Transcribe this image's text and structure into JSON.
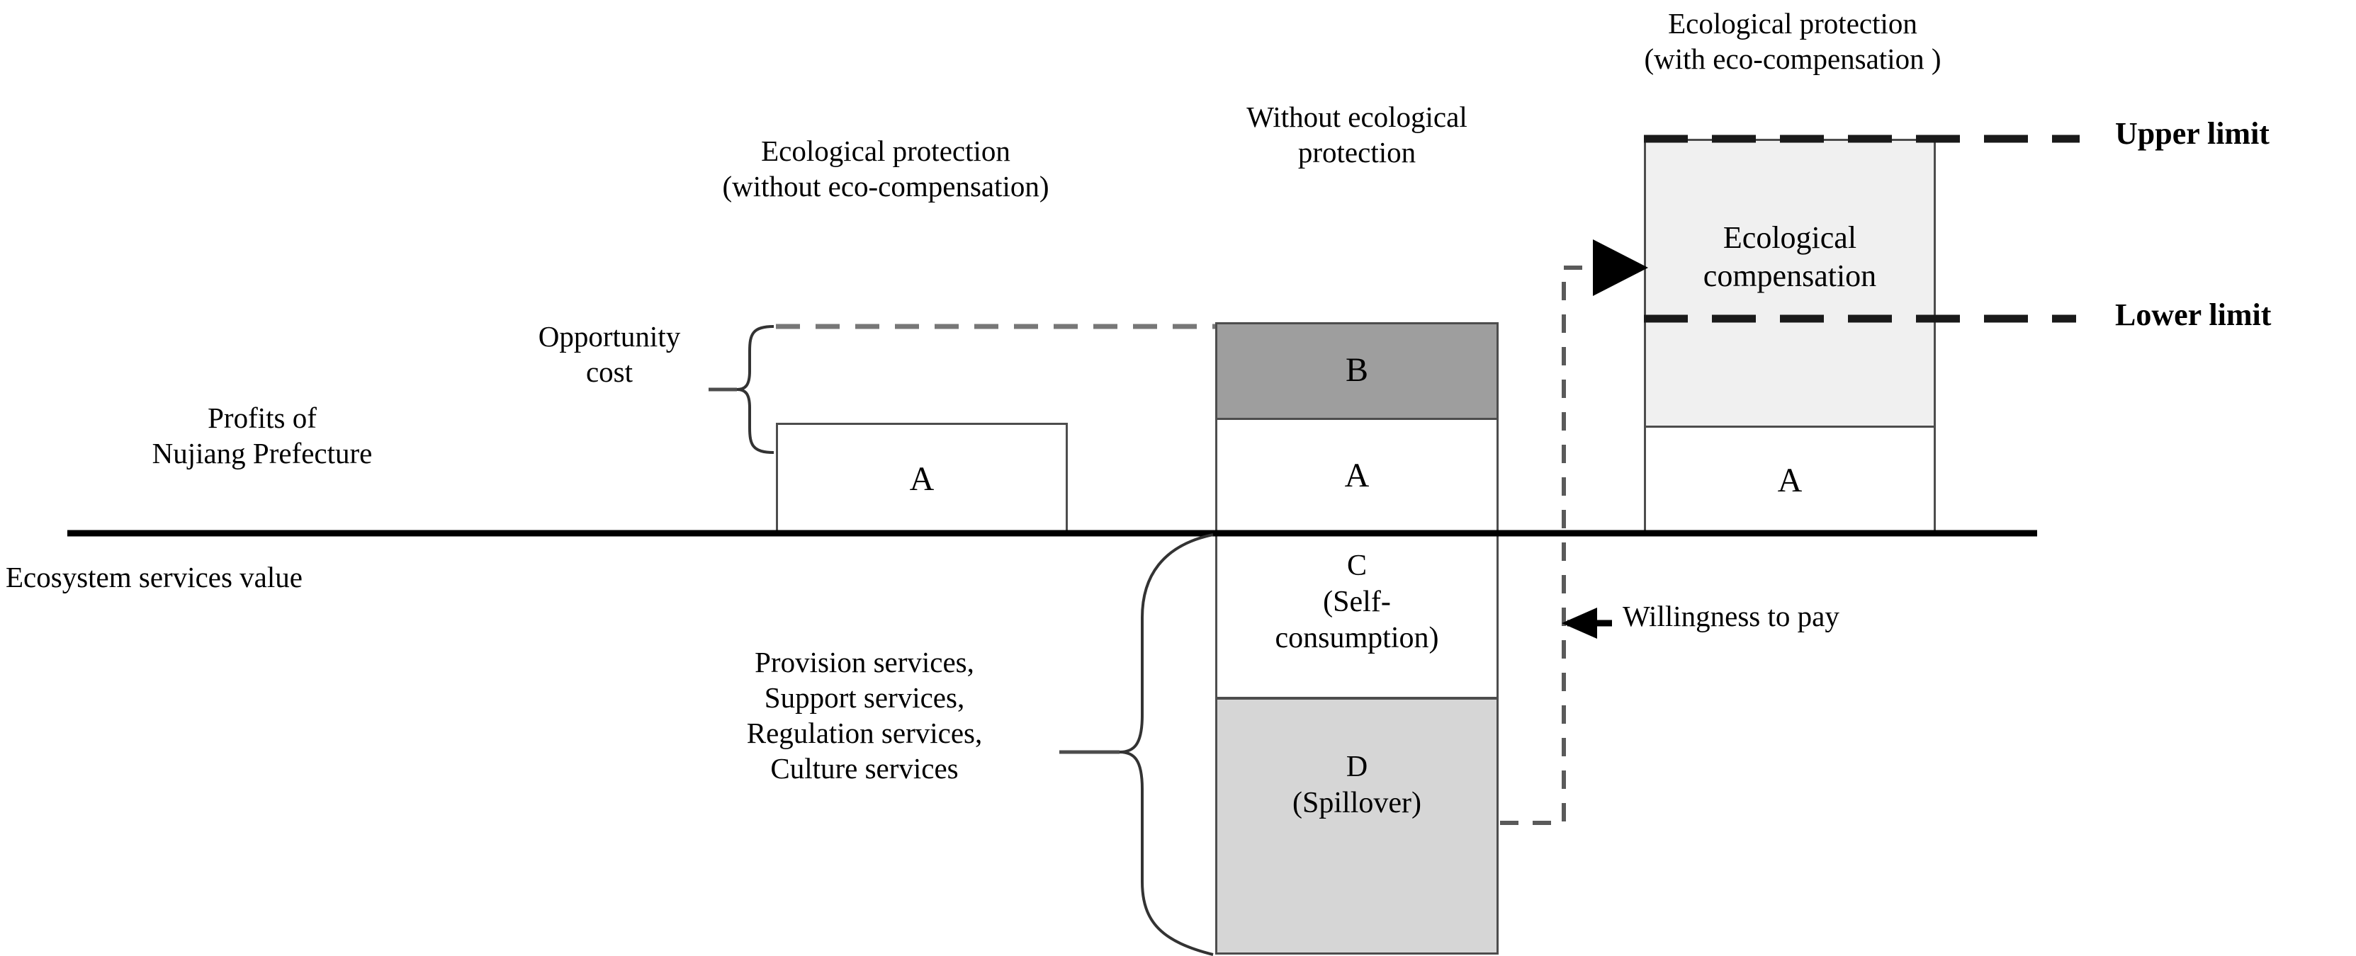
{
  "diagram": {
    "axis": {
      "profits_label": "Profits of\nNujiang Prefecture",
      "ecosystem_label": "Ecosystem services value"
    },
    "scenarios": [
      {
        "key": "without_eco_compensation",
        "title": "Ecological protection\n(without eco-compensation)",
        "blocks": [
          {
            "id": "A",
            "label": "A",
            "fill": "#ffffff",
            "region": "above-axis"
          }
        ]
      },
      {
        "key": "without_protection",
        "title": "Without ecological\nprotection",
        "blocks": [
          {
            "id": "B",
            "label": "B",
            "fill": "#9e9e9e",
            "region": "above-axis"
          },
          {
            "id": "A",
            "label": "A",
            "fill": "#ffffff",
            "region": "above-axis"
          },
          {
            "id": "C",
            "label": "C\n(Self-\nconsumption)",
            "fill": "#ffffff",
            "region": "below-axis"
          },
          {
            "id": "D",
            "label": "D\n(Spillover)",
            "fill": "#d6d6d6",
            "region": "below-axis"
          }
        ]
      },
      {
        "key": "with_eco_compensation",
        "title": "Ecological protection\n(with eco-compensation )",
        "blocks": [
          {
            "id": "EC",
            "label": "Ecological\ncompensation",
            "fill": "#f0f0f0",
            "region": "above-axis"
          },
          {
            "id": "A",
            "label": "A",
            "fill": "#ffffff",
            "region": "above-axis"
          }
        ]
      }
    ],
    "annotations": {
      "opportunity_cost": "Opportunity\ncost",
      "ecosystem_services": "Provision services,\nSupport services,\nRegulation services,\nCulture services",
      "willingness_to_pay": "Willingness to pay",
      "upper_limit": "Upper limit",
      "lower_limit": "Lower limit"
    },
    "colors": {
      "stroke": "#4d4d4d",
      "axis": "#000000",
      "block_b": "#9e9e9e",
      "block_d": "#d6d6d6",
      "block_compensation": "#f0f0f0",
      "text": "#000000"
    }
  },
  "chart_data": {
    "type": "bar",
    "title": "",
    "xlabel": "",
    "ylabel": "Profits of Nujiang Prefecture / Ecosystem services value",
    "categories": [
      "Ecological protection (without eco-compensation)",
      "Without ecological protection",
      "Ecological protection (with eco-compensation )"
    ],
    "baseline_y": 0,
    "grid": false,
    "legend": "none",
    "series": [
      {
        "name": "A",
        "values": [
          156,
          163,
          153
        ]
      },
      {
        "name": "B",
        "values": [
          0,
          135,
          0
        ]
      },
      {
        "name": "C (Self-consumption)",
        "values": [
          0,
          -232,
          0
        ]
      },
      {
        "name": "D (Spillover)",
        "values": [
          0,
          -360,
          0
        ]
      },
      {
        "name": "Ecological compensation",
        "values": [
          0,
          0,
          404
        ]
      }
    ],
    "reference_lines": [
      {
        "label": "Upper limit",
        "value": 557,
        "style": "dashed"
      },
      {
        "label": "Lower limit",
        "value": 303,
        "style": "dashed"
      },
      {
        "label": "Opportunity cost (top)",
        "value": 292,
        "style": "dashed"
      }
    ],
    "annotations": [
      "Opportunity cost",
      "Provision services, Support services, Regulation services, Culture services",
      "Willingness to pay"
    ]
  }
}
